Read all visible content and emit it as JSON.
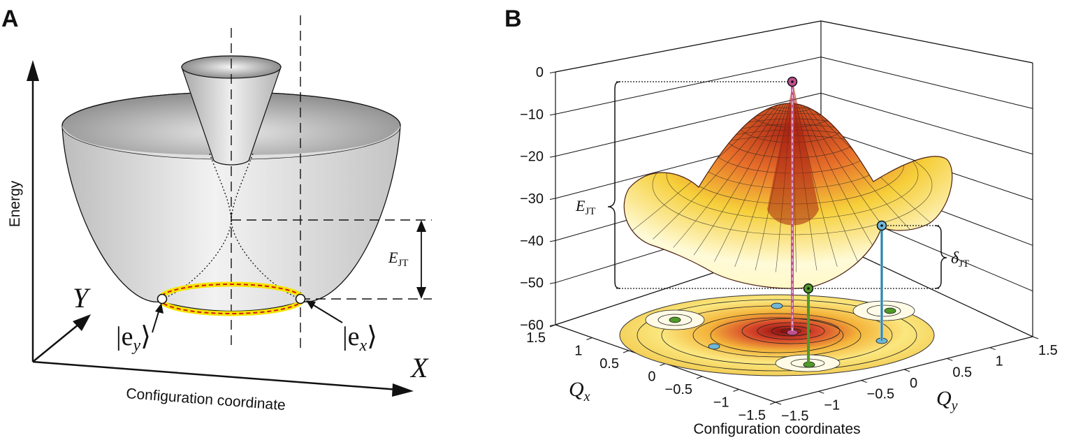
{
  "panel_a": {
    "letter": "A",
    "y_axis_label": "Energy",
    "x_axis_label": "Configuration coordinate",
    "axis_x": "X",
    "axis_y": "Y",
    "ejt_label": "E",
    "ejt_sub": "JT",
    "state_ey": "|e",
    "state_ey_sub": "y",
    "state_ex": "|e",
    "state_ex_sub": "x",
    "ket_close": "⟩"
  },
  "panel_b": {
    "letter": "B",
    "x_label": "Configuration coordinates",
    "qx_label": "Q",
    "qx_sub": "x",
    "qy_label": "Q",
    "qy_sub": "y",
    "ejt_label": "E",
    "ejt_sub": "JT",
    "delta_label": "δ",
    "delta_sub": "JT",
    "z_ticks": [
      "0",
      "−10",
      "−20",
      "−30",
      "−40",
      "−50",
      "−60"
    ],
    "qx_ticks": [
      "1.5",
      "1",
      "0.5",
      "0",
      "−0.5",
      "−1",
      "−1.5"
    ],
    "qy_ticks": [
      "−1.5",
      "−1",
      "−0.5",
      "0",
      "0.5",
      "1",
      "1.5"
    ]
  },
  "colors": {
    "cone_gray": "#cfcfcf",
    "ring_yellow": "#f5e600",
    "ring_red": "#d0161b",
    "surface_hot": "#c0301a",
    "surface_warm": "#f4c025",
    "surface_cool": "#fff8c8",
    "marker_magenta": "#c2508f",
    "marker_green": "#4f9a2a",
    "marker_blue": "#6fb7d9"
  }
}
